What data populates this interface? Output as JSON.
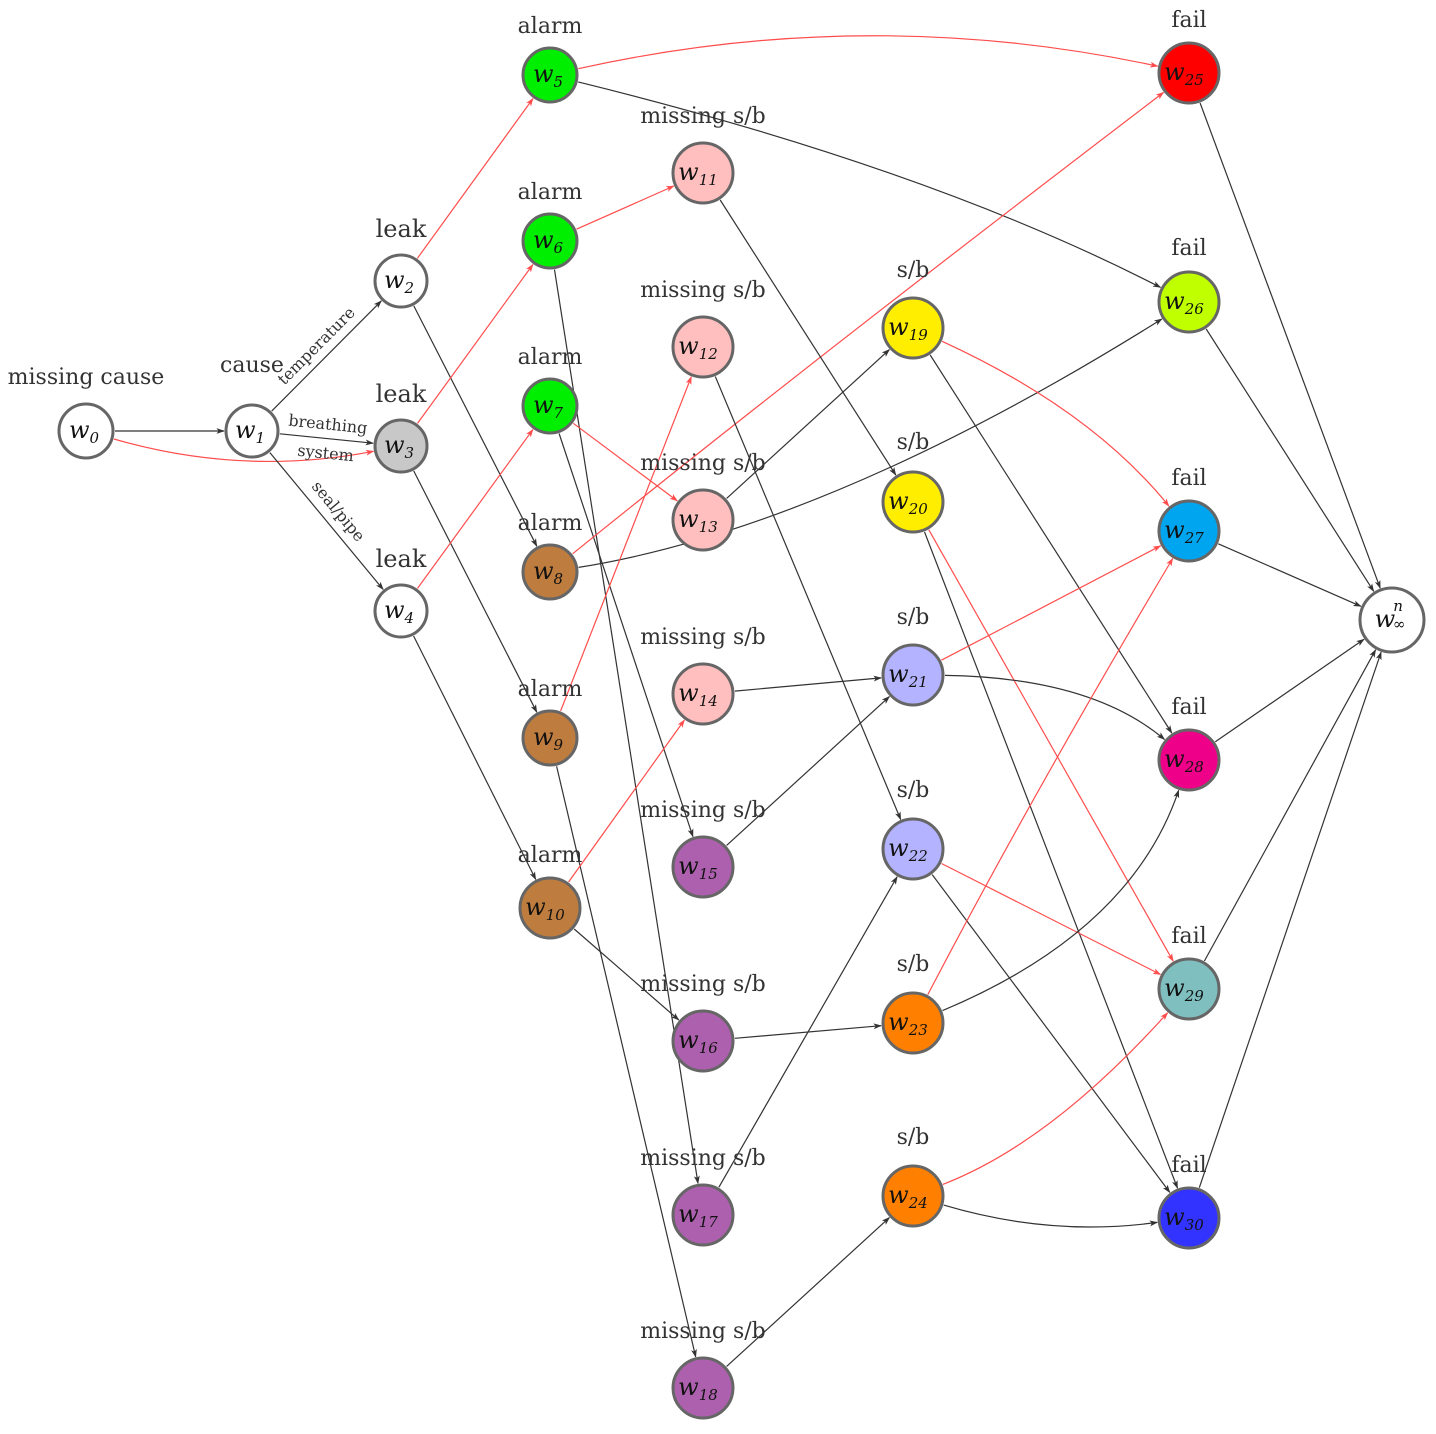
{
  "colors": {
    "edge_black": "#333333",
    "edge_red": "#ff4d4d",
    "node_border": "#666666"
  },
  "nodes": [
    {
      "id": "w0",
      "sub": "0",
      "caption": "missing cause",
      "fill": "#ffffff"
    },
    {
      "id": "w1",
      "sub": "1",
      "caption": "cause",
      "fill": "#ffffff"
    },
    {
      "id": "w2",
      "sub": "2",
      "caption": "leak",
      "fill": "#ffffff"
    },
    {
      "id": "w3",
      "sub": "3",
      "caption": "leak",
      "fill": "#c8c8c8"
    },
    {
      "id": "w4",
      "sub": "4",
      "caption": "leak",
      "fill": "#ffffff"
    },
    {
      "id": "w5",
      "sub": "5",
      "caption": "alarm",
      "fill": "#00ee00"
    },
    {
      "id": "w6",
      "sub": "6",
      "caption": "alarm",
      "fill": "#00ee00"
    },
    {
      "id": "w7",
      "sub": "7",
      "caption": "alarm",
      "fill": "#00ee00"
    },
    {
      "id": "w8",
      "sub": "8",
      "caption": "alarm",
      "fill": "#bf7c3f"
    },
    {
      "id": "w9",
      "sub": "9",
      "caption": "alarm",
      "fill": "#bf7c3f"
    },
    {
      "id": "w10",
      "sub": "10",
      "caption": "alarm",
      "fill": "#bf7c3f"
    },
    {
      "id": "w11",
      "sub": "11",
      "caption": "missing s/b",
      "fill": "#ffbfbf"
    },
    {
      "id": "w12",
      "sub": "12",
      "caption": "missing s/b",
      "fill": "#ffbfbf"
    },
    {
      "id": "w13",
      "sub": "13",
      "caption": "missing s/b",
      "fill": "#ffbfbf"
    },
    {
      "id": "w14",
      "sub": "14",
      "caption": "missing s/b",
      "fill": "#ffbfbf"
    },
    {
      "id": "w15",
      "sub": "15",
      "caption": "missing s/b",
      "fill": "#ad60ae"
    },
    {
      "id": "w16",
      "sub": "16",
      "caption": "missing s/b",
      "fill": "#ad60ae"
    },
    {
      "id": "w17",
      "sub": "17",
      "caption": "missing s/b",
      "fill": "#ad60ae"
    },
    {
      "id": "w18",
      "sub": "18",
      "caption": "missing s/b",
      "fill": "#ad60ae"
    },
    {
      "id": "w19",
      "sub": "19",
      "caption": "s/b",
      "fill": "#ffee00"
    },
    {
      "id": "w20",
      "sub": "20",
      "caption": "s/b",
      "fill": "#ffee00"
    },
    {
      "id": "w21",
      "sub": "21",
      "caption": "s/b",
      "fill": "#b3b3ff"
    },
    {
      "id": "w22",
      "sub": "22",
      "caption": "s/b",
      "fill": "#b3b3ff"
    },
    {
      "id": "w23",
      "sub": "23",
      "caption": "s/b",
      "fill": "#ff8000"
    },
    {
      "id": "w24",
      "sub": "24",
      "caption": "s/b",
      "fill": "#ff8000"
    },
    {
      "id": "w25",
      "sub": "25",
      "caption": "fail",
      "fill": "#ff0000"
    },
    {
      "id": "w26",
      "sub": "26",
      "caption": "fail",
      "fill": "#bfff00"
    },
    {
      "id": "w27",
      "sub": "27",
      "caption": "fail",
      "fill": "#00a5ef"
    },
    {
      "id": "w28",
      "sub": "28",
      "caption": "fail",
      "fill": "#ee0088"
    },
    {
      "id": "w29",
      "sub": "29",
      "caption": "fail",
      "fill": "#7fbfbf"
    },
    {
      "id": "w30",
      "sub": "30",
      "caption": "fail",
      "fill": "#3333ff"
    },
    {
      "id": "winf",
      "sub": "∞",
      "sup": "n",
      "caption": "",
      "fill": "#ffffff"
    }
  ],
  "edges": [
    {
      "from": "w0",
      "to": "w1",
      "color": "black"
    },
    {
      "from": "w0",
      "to": "w3",
      "color": "red",
      "curve": true
    },
    {
      "from": "w1",
      "to": "w2",
      "color": "black",
      "label": "temperature"
    },
    {
      "from": "w1",
      "to": "w3",
      "color": "black",
      "label": "breathing",
      "label2": "system"
    },
    {
      "from": "w1",
      "to": "w4",
      "color": "black",
      "label": "seal/pipe"
    },
    {
      "from": "w2",
      "to": "w5",
      "color": "red"
    },
    {
      "from": "w2",
      "to": "w8",
      "color": "black"
    },
    {
      "from": "w3",
      "to": "w6",
      "color": "red"
    },
    {
      "from": "w3",
      "to": "w9",
      "color": "black"
    },
    {
      "from": "w4",
      "to": "w7",
      "color": "red"
    },
    {
      "from": "w4",
      "to": "w10",
      "color": "black"
    },
    {
      "from": "w5",
      "to": "w25",
      "color": "red",
      "curve": true
    },
    {
      "from": "w5",
      "to": "w26",
      "color": "black",
      "curve": true
    },
    {
      "from": "w6",
      "to": "w11",
      "color": "red"
    },
    {
      "from": "w6",
      "to": "w17",
      "color": "black"
    },
    {
      "from": "w7",
      "to": "w13",
      "color": "red"
    },
    {
      "from": "w7",
      "to": "w15",
      "color": "black"
    },
    {
      "from": "w8",
      "to": "w25",
      "color": "red",
      "curve": true
    },
    {
      "from": "w8",
      "to": "w26",
      "color": "black",
      "curve": true
    },
    {
      "from": "w9",
      "to": "w12",
      "color": "red"
    },
    {
      "from": "w9",
      "to": "w18",
      "color": "black"
    },
    {
      "from": "w10",
      "to": "w14",
      "color": "red"
    },
    {
      "from": "w10",
      "to": "w16",
      "color": "black"
    },
    {
      "from": "w11",
      "to": "w20",
      "color": "black"
    },
    {
      "from": "w12",
      "to": "w22",
      "color": "black"
    },
    {
      "from": "w13",
      "to": "w19",
      "color": "black"
    },
    {
      "from": "w14",
      "to": "w21",
      "color": "black"
    },
    {
      "from": "w15",
      "to": "w21",
      "color": "black"
    },
    {
      "from": "w16",
      "to": "w23",
      "color": "black"
    },
    {
      "from": "w17",
      "to": "w22",
      "color": "black"
    },
    {
      "from": "w18",
      "to": "w24",
      "color": "black"
    },
    {
      "from": "w19",
      "to": "w27",
      "color": "red",
      "curve": true
    },
    {
      "from": "w19",
      "to": "w28",
      "color": "black"
    },
    {
      "from": "w20",
      "to": "w29",
      "color": "red"
    },
    {
      "from": "w20",
      "to": "w30",
      "color": "black"
    },
    {
      "from": "w21",
      "to": "w27",
      "color": "red"
    },
    {
      "from": "w21",
      "to": "w28",
      "color": "black",
      "curve": true
    },
    {
      "from": "w22",
      "to": "w29",
      "color": "red"
    },
    {
      "from": "w22",
      "to": "w30",
      "color": "black"
    },
    {
      "from": "w23",
      "to": "w27",
      "color": "red",
      "curve": true
    },
    {
      "from": "w23",
      "to": "w28",
      "color": "black",
      "curve": true
    },
    {
      "from": "w24",
      "to": "w29",
      "color": "red",
      "curve": true
    },
    {
      "from": "w24",
      "to": "w30",
      "color": "black",
      "curve": true
    },
    {
      "from": "w25",
      "to": "winf",
      "color": "black"
    },
    {
      "from": "w26",
      "to": "winf",
      "color": "black"
    },
    {
      "from": "w27",
      "to": "winf",
      "color": "black"
    },
    {
      "from": "w28",
      "to": "winf",
      "color": "black"
    },
    {
      "from": "w29",
      "to": "winf",
      "color": "black"
    },
    {
      "from": "w30",
      "to": "winf",
      "color": "black"
    }
  ]
}
